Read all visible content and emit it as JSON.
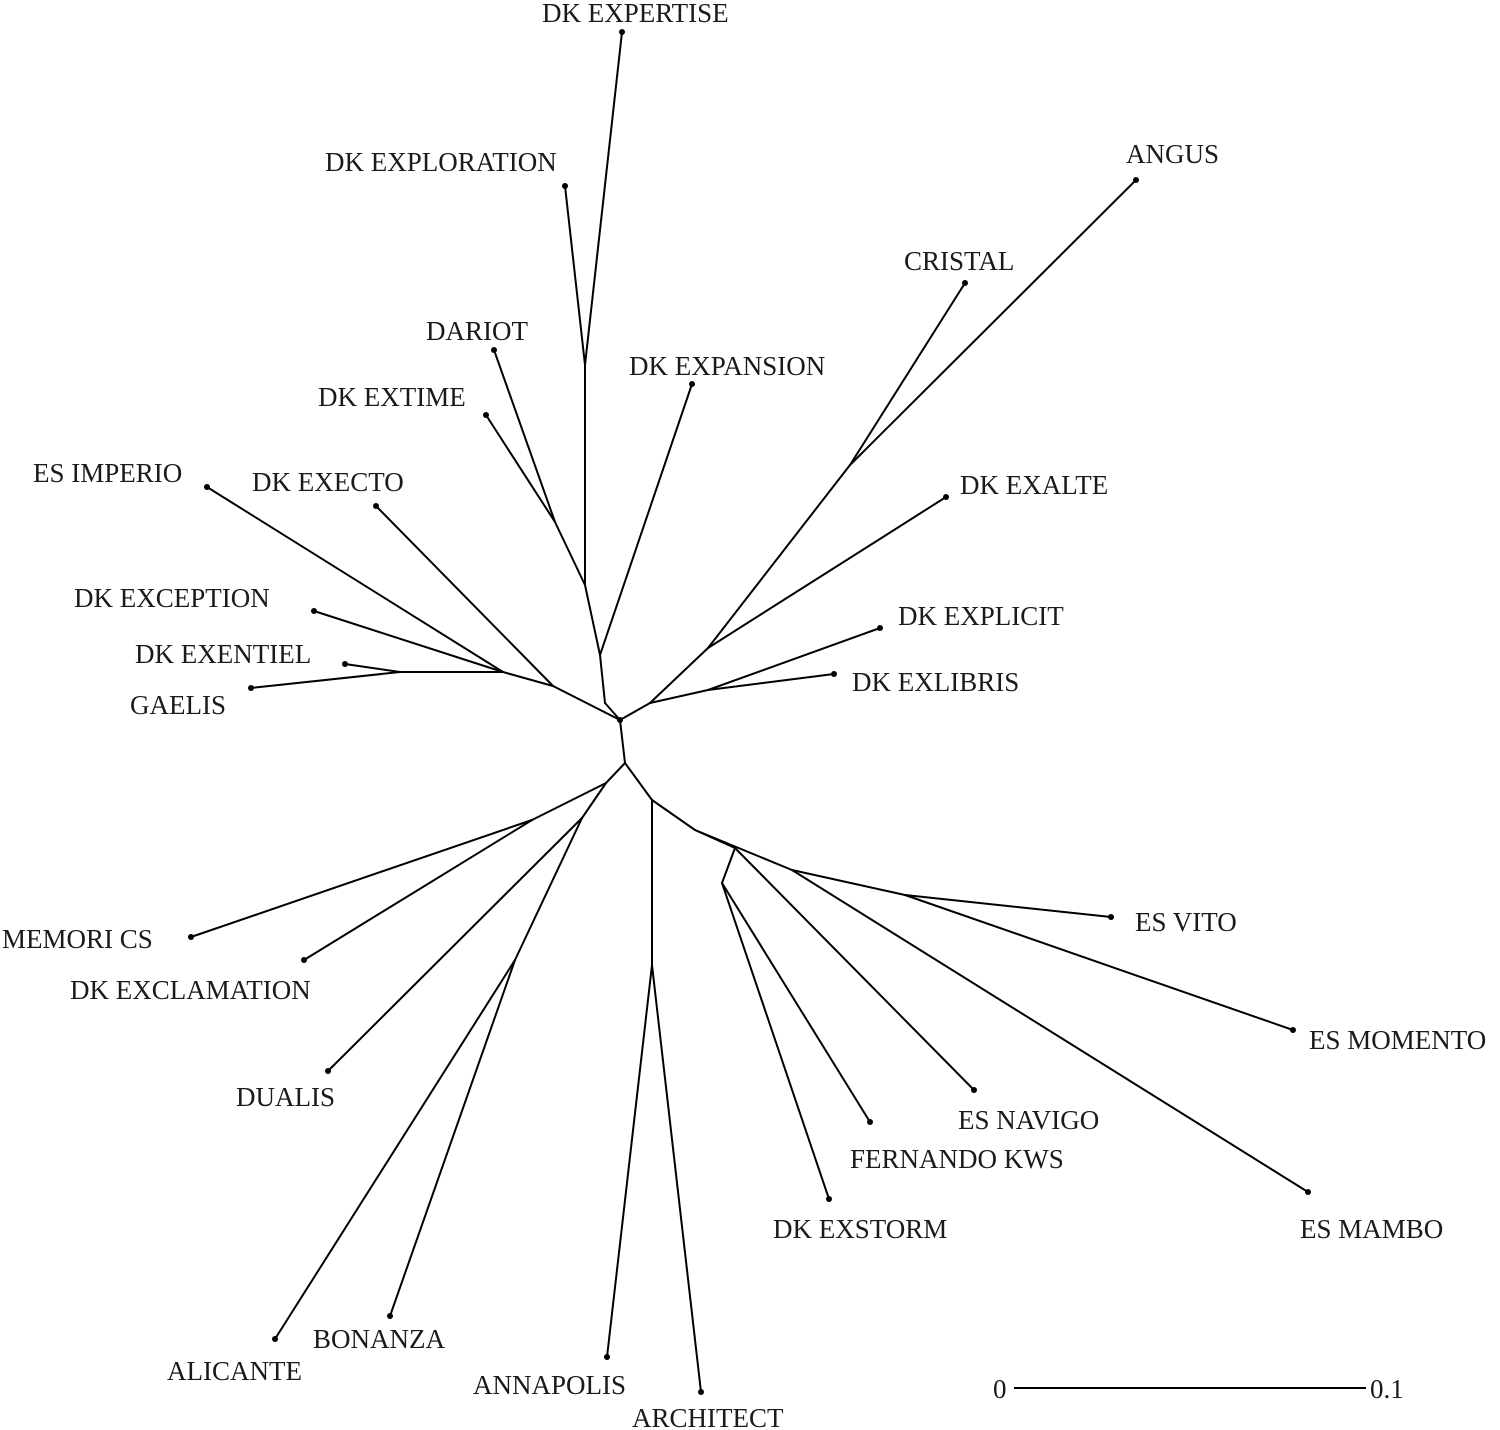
{
  "diagram": {
    "type": "unrooted-phylogenetic-tree",
    "leaves": [
      {
        "id": "dk-expertise",
        "label": "DK EXPERTISE"
      },
      {
        "id": "dk-exploration",
        "label": "DK EXPLORATION"
      },
      {
        "id": "dariot",
        "label": "DARIOT"
      },
      {
        "id": "dk-extime",
        "label": "DK EXTIME"
      },
      {
        "id": "dk-expansion",
        "label": "DK EXPANSION"
      },
      {
        "id": "es-imperio",
        "label": "ES IMPERIO"
      },
      {
        "id": "dk-execto",
        "label": "DK EXECTO"
      },
      {
        "id": "dk-exception",
        "label": "DK EXCEPTION"
      },
      {
        "id": "dk-exentiel",
        "label": "DK EXENTIEL"
      },
      {
        "id": "gaelis",
        "label": "GAELIS"
      },
      {
        "id": "angus",
        "label": "ANGUS"
      },
      {
        "id": "cristal",
        "label": "CRISTAL"
      },
      {
        "id": "dk-exalte",
        "label": "DK EXALTE"
      },
      {
        "id": "dk-explicit",
        "label": "DK EXPLICIT"
      },
      {
        "id": "dk-exlibris",
        "label": "DK EXLIBRIS"
      },
      {
        "id": "memori-cs",
        "label": "MEMORI CS"
      },
      {
        "id": "dk-exclamation",
        "label": "DK EXCLAMATION"
      },
      {
        "id": "dualis",
        "label": "DUALIS"
      },
      {
        "id": "alicante",
        "label": "ALICANTE"
      },
      {
        "id": "bonanza",
        "label": "BONANZA"
      },
      {
        "id": "annapolis",
        "label": "ANNAPOLIS"
      },
      {
        "id": "architect",
        "label": "ARCHITECT"
      },
      {
        "id": "dk-exstorm",
        "label": "DK EXSTORM"
      },
      {
        "id": "fernando-kws",
        "label": "FERNANDO KWS"
      },
      {
        "id": "es-navigo",
        "label": "ES NAVIGO"
      },
      {
        "id": "es-mambo",
        "label": "ES MAMBO"
      },
      {
        "id": "es-momento",
        "label": "ES MOMENTO"
      },
      {
        "id": "es-vito",
        "label": "ES VITO"
      }
    ],
    "scale_bar": {
      "start_label": "0",
      "end_label": "0.1"
    }
  }
}
